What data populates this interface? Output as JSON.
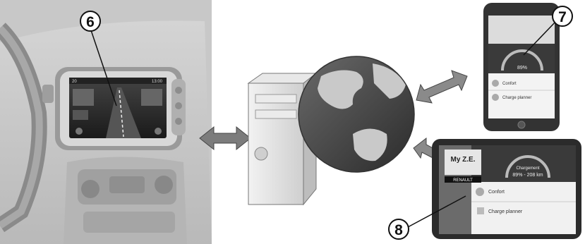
{
  "callouts": [
    {
      "label": "6",
      "target": "in-car multimedia screen"
    },
    {
      "label": "7",
      "target": "smartphone app"
    },
    {
      "label": "8",
      "target": "tablet app"
    }
  ],
  "car_screen": {
    "time": "13:00",
    "distance": "20"
  },
  "phone_app": {
    "percent": "89%",
    "menu_item_1": "Confort",
    "menu_item_2": "Charge planner"
  },
  "tablet_app": {
    "brand": "My Z.E.",
    "maker": "RENAULT",
    "status": "Chargement",
    "percent": "89% - 208 km",
    "menu_item_1": "Confort",
    "menu_item_2": "Charge planner"
  },
  "icons": [
    "server-icon",
    "globe-icon",
    "double-arrow-icon"
  ]
}
